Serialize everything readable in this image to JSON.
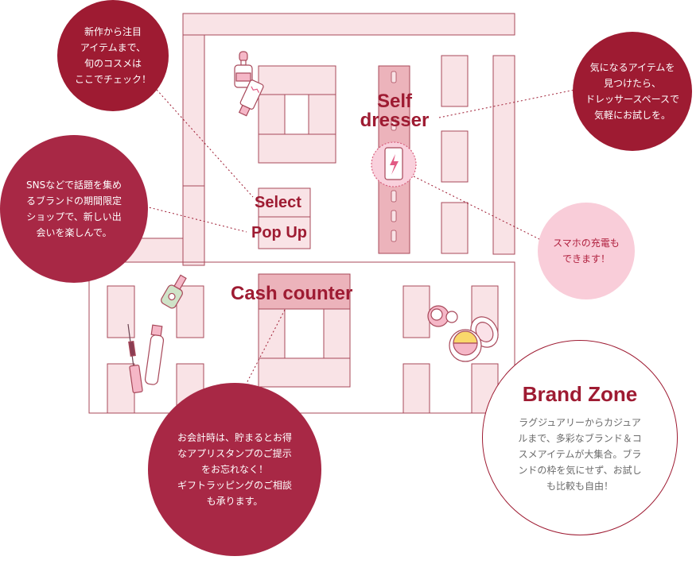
{
  "colors": {
    "accent": "#9e1b32",
    "fixture_fill": "#f9e3e6",
    "fixture_dark": "#ecb3bb",
    "fixture_stroke": "#a8485a",
    "pink_bubble": "#f9cdd9"
  },
  "zones": {
    "self_dresser": "Self\ndresser",
    "select": "Select",
    "popup": "Pop Up",
    "cash_counter": "Cash counter",
    "brand_zone": "Brand Zone"
  },
  "bubbles": {
    "new_items": "新作から注目\nアイテムまで、\n旬のコスメは\nここでチェック！",
    "sns": "SNSなどで話題を集め\nるブランドの期間限定\nショップで、新しい出\n会いを楽しんで。",
    "dresser": "気になるアイテムを\n見つけたら、\nドレッサースペースで\n気軽にお試しを。",
    "charging": "スマホの充電も\nできます！",
    "cash": "お会計時は、貯まるとお得\nなアプリスタンプのご提示\nをお忘れなく！\nギフトラッピングのご相談\nも承ります。",
    "brand": "ラグジュアリーからカジュア\nルまで、多彩なブランド＆コ\nスメアイテムが大集合。ブラ\nンドの枠を気にせず、お試し\nも比較も自由！"
  },
  "icons": {
    "serum": "serum-bottle-icon",
    "tube": "cream-tube-icon",
    "phone": "phone-charging-icon",
    "nail": "nail-polish-icon",
    "mascara": "mascara-icon",
    "lipgloss": "lip-gloss-icon",
    "cream_jar": "cream-jar-icon",
    "compact": "compact-powder-icon"
  }
}
